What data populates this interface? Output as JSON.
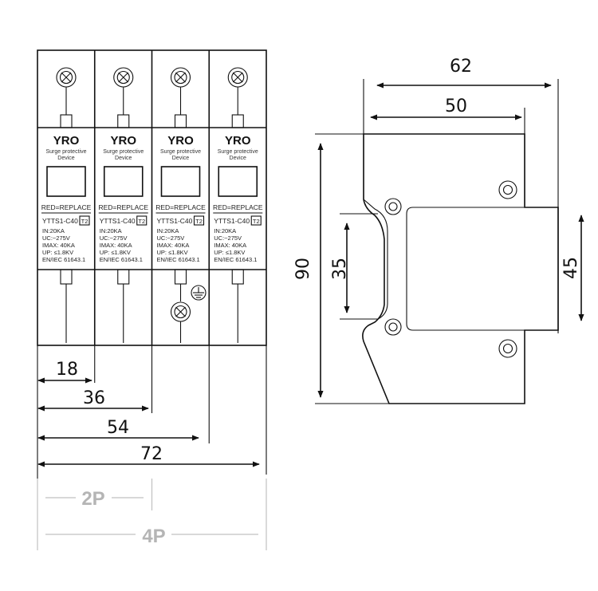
{
  "modules": [
    {
      "brand": "YRO",
      "subtitle_line1": "Surge protective",
      "subtitle_line2": "Device",
      "indicator_text": "RED=REPLACE",
      "model": "YTTS1-C40",
      "class_badge": "T2",
      "specs": [
        "IN:20KA",
        "UC:~275V",
        "IMAX: 40KA",
        "UP: ≤1.8KV",
        "EN/IEC 61643.1"
      ]
    },
    {
      "brand": "YRO",
      "subtitle_line1": "Surge protective",
      "subtitle_line2": "Device",
      "indicator_text": "RED=REPLACE",
      "model": "YTTS1-C40",
      "class_badge": "T2",
      "specs": [
        "IN:20KA",
        "UC:~275V",
        "IMAX: 40KA",
        "UP: ≤1.8KV",
        "EN/IEC 61643.1"
      ]
    },
    {
      "brand": "YRO",
      "subtitle_line1": "Surge protective",
      "subtitle_line2": "Device",
      "indicator_text": "RED=REPLACE",
      "model": "YTTS1-C40",
      "class_badge": "T2",
      "specs": [
        "IN:20KA",
        "UC:~275V",
        "IMAX: 40KA",
        "UP: ≤1.8KV",
        "EN/IEC 61643.1"
      ]
    },
    {
      "brand": "YRO",
      "subtitle_line1": "Surge protective",
      "subtitle_line2": "Device",
      "indicator_text": "RED=REPLACE",
      "model": "YTTS1-C40",
      "class_badge": "T2",
      "specs": [
        "IN:20KA",
        "UC:~275V",
        "IMAX: 40KA",
        "UP: ≤1.8KV",
        "EN/IEC 61643.1"
      ]
    }
  ],
  "front_dimensions": {
    "d18": "18",
    "d36": "36",
    "d54": "54",
    "d72": "72"
  },
  "pole_labels": {
    "two_pole": "2P",
    "four_pole": "4P"
  },
  "side_dimensions": {
    "overall_depth": "62",
    "inner_depth": "50",
    "height": "90",
    "rail_height": "35",
    "front_height": "45"
  },
  "colors": {
    "line": "#111111",
    "pole_label": "#b5b5b5"
  }
}
